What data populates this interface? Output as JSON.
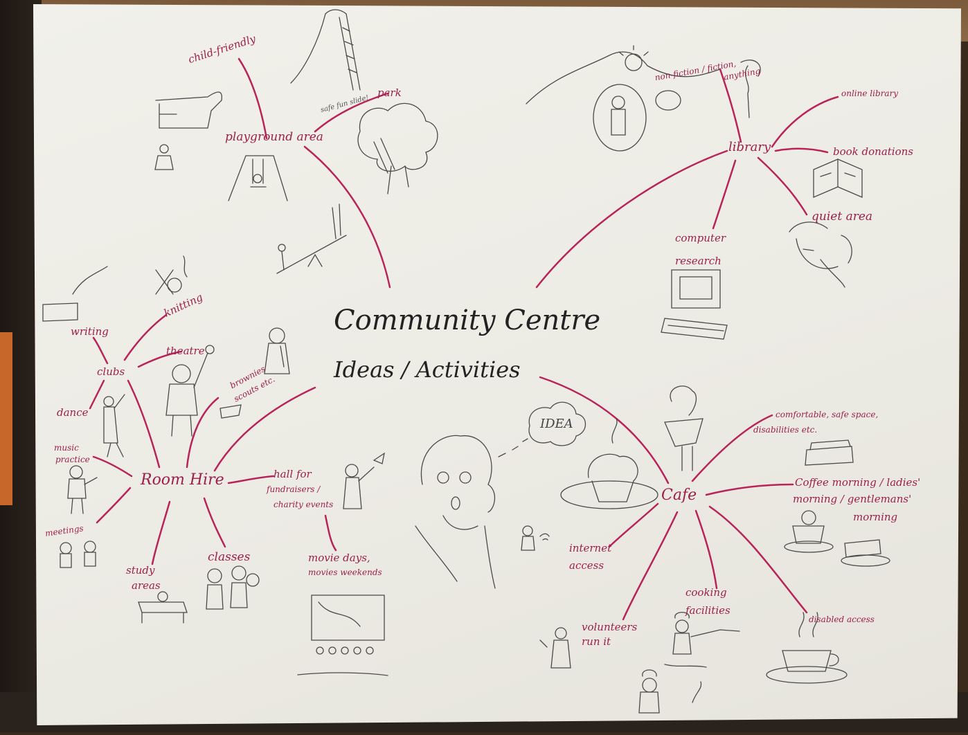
{
  "center": {
    "title": "Community Centre",
    "subtitle": "Ideas / Activities"
  },
  "nodes": {
    "playground": "playground area",
    "library": "library",
    "cafe": "Cafe",
    "room_hire": "Room Hire",
    "clubs": "clubs"
  },
  "playground_items": {
    "child_friendly": "child-friendly",
    "park": "park",
    "safe_fun": "safe fun slide!"
  },
  "library_items": {
    "non_fiction": "non-fiction / fiction,",
    "anything": "anything",
    "online_library": "online library",
    "book_donations": "book donations",
    "quiet_area": "quiet area",
    "computer": "computer",
    "research": "research"
  },
  "cafe_items": {
    "comfortable": "comfortable, safe space,",
    "disabilities": "disabilities etc.",
    "coffee_line1": "Coffee morning / ladies'",
    "coffee_line2": "morning / gentlemans'",
    "coffee_line3": "morning",
    "internet": "internet",
    "access": "access",
    "cooking": "cooking",
    "facilities": "facilities",
    "disabled_access": "disabled access",
    "volunteers": "volunteers",
    "run_it": "run it",
    "idea_bubble": "IDEA"
  },
  "room_hire_items": {
    "hall_line1": "hall for",
    "hall_line2": "fundraisers /",
    "hall_line3": "charity events",
    "movie_line1": "movie days,",
    "movie_line2": "movies weekends",
    "classes": "classes",
    "study_line1": "study",
    "study_line2": "areas",
    "meetings": "meetings",
    "music_line1": "music",
    "music_line2": "practice",
    "brownies_line1": "brownies",
    "brownies_line2": "scouts etc."
  },
  "club_items": {
    "dance": "dance",
    "writing": "writing",
    "knitting": "knitting",
    "theatre": "theatre"
  },
  "colors": {
    "link": "#b8245a",
    "label": "#9c1f4c",
    "pencil": "#4a4a4a",
    "paper": "#eeede6"
  }
}
